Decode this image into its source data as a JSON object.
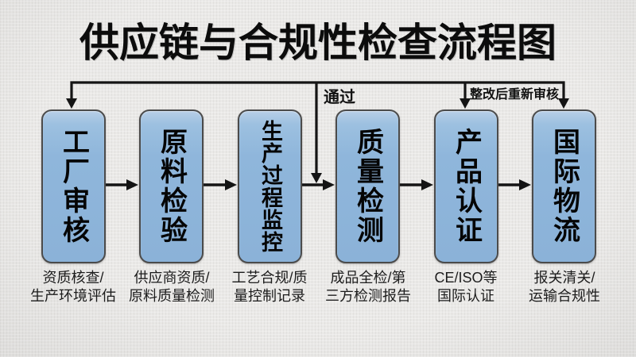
{
  "title": "供应链与合规性检查流程图",
  "boxes": [
    {
      "label": "工厂审核",
      "sub1": "资质核查/",
      "sub2": "生产环境评估"
    },
    {
      "label": "原料检验",
      "sub1": "供应商资质/",
      "sub2": "原料质量检测"
    },
    {
      "label": "生产过程监控",
      "sub1": "工艺合规/质",
      "sub2": "量控制记录"
    },
    {
      "label": "质量检测",
      "sub1": "成品全检/第",
      "sub2": "三方检测报告"
    },
    {
      "label": "产品认证",
      "sub1": "CE/ISO等",
      "sub2": "国际认证"
    },
    {
      "label": "国际物流",
      "sub1": "报关清关/",
      "sub2": "运输合规性"
    }
  ],
  "connector_labels": {
    "pass": "通过",
    "recheck": "整改后重新审核"
  },
  "colors": {
    "background": "#ebeae8",
    "box_fill": "#8fb6db",
    "box_fill_highlight": "#b7cee7",
    "box_border": "#4b4b4b",
    "line": "#141414",
    "text": "#0c0c0c"
  }
}
